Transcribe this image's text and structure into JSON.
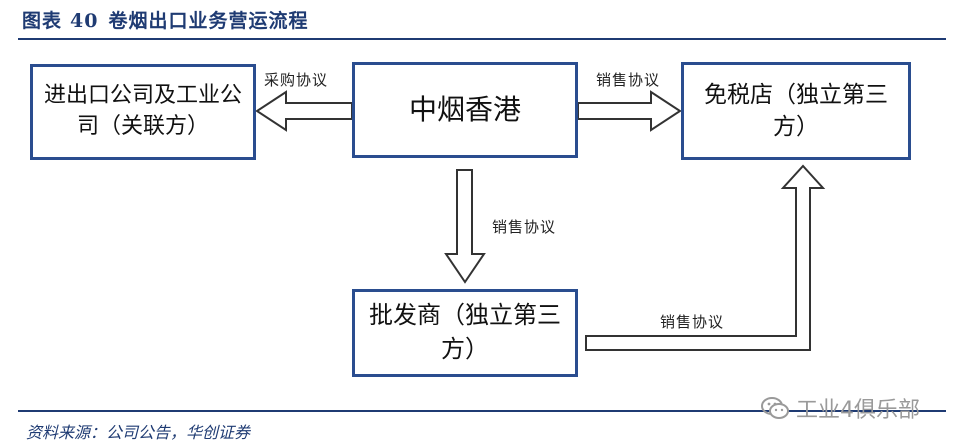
{
  "header": {
    "figure_prefix": "图表",
    "figure_number": "40",
    "figure_title": "卷烟出口业务营运流程"
  },
  "boxes": {
    "related": "进出口公司及工业公司（关联方）",
    "cth": "中烟香港",
    "dutyfree": "免税店（独立第三方）",
    "wholesaler": "批发商（独立第三方）"
  },
  "arrows": {
    "purchase": "采购协议",
    "sales_right": "销售协议",
    "sales_down": "销售协议",
    "sales_bottom": "销售协议"
  },
  "footer": {
    "source": "资料来源：公司公告，华创证券"
  },
  "watermark": {
    "text": "工业4俱乐部",
    "icon": "wechat-icon"
  },
  "colors": {
    "navy": "#1f3b73",
    "box_border": "#2a4d8f",
    "arrow_stroke": "#333333"
  }
}
